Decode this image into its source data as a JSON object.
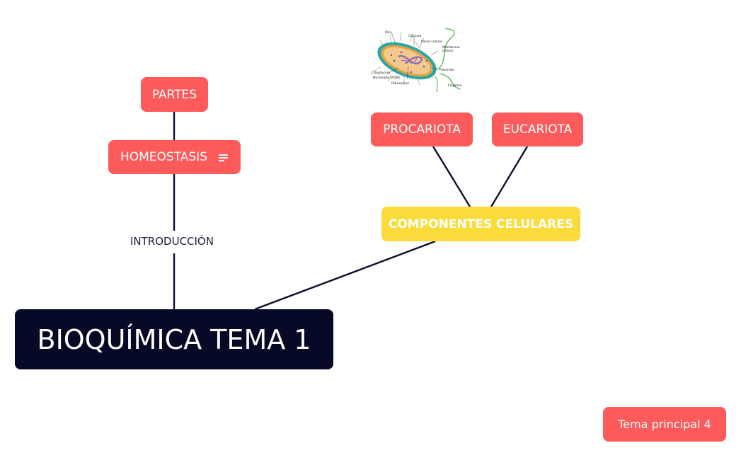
{
  "colors": {
    "topic_red": "#fd5b5b",
    "component_yellow": "#fbdb39",
    "root_dark": "#060a27",
    "connector": "#0c1030"
  },
  "root": {
    "label": "BIOQUÍMICA TEMA 1"
  },
  "branches": {
    "introduccion": {
      "label": "INTRODUCCIÓN",
      "homeostasis": {
        "label": "HOMEOSTASIS",
        "icon": "note-lines-icon"
      },
      "partes": {
        "label": "PARTES"
      }
    },
    "componentes": {
      "label": "COMPONENTES CELULARES",
      "procariota": {
        "label": "PROCARIOTA"
      },
      "eucariota": {
        "label": "EUCARIOTA"
      },
      "image": {
        "icon": "bacteria-diagram-icon",
        "labels": {
          "pilis": "Pilis",
          "capsula": "Cápsula",
          "pared": "Pared celular",
          "membrana1": "Membrana",
          "membrana2": "celular",
          "citoplasma": "Citoplasma",
          "nucleoide": "Nucleoide (ADN)",
          "ribosomas": "Ribosomas",
          "flagelos": "Flagelos",
          "plasmido": "Plásmido"
        }
      }
    }
  },
  "floating_topic": {
    "label": "Tema principal 4"
  }
}
